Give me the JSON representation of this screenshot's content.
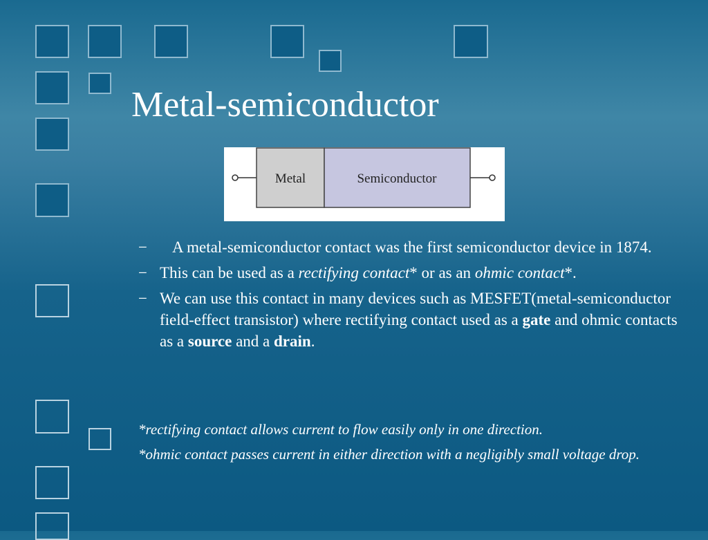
{
  "slide": {
    "title": "Metal-semiconductor"
  },
  "diagram": {
    "metal_label": "Metal",
    "semiconductor_label": "Semiconductor",
    "metal_color": "#cfcfcf",
    "semiconductor_color": "#c6c6e0"
  },
  "bullets": {
    "dash": "−",
    "b1": "A metal-semiconductor contact was the first semiconductor device in 1874.",
    "b2_pre": "This can be used as a ",
    "b2_rect": "rectifying contact",
    "b2_mid": "* or as an ",
    "b2_ohmic": "ohmic contact",
    "b2_post": "*.",
    "b3_pre": " We can use this contact in many devices such as MESFET(metal-semiconductor field-effect transistor) where rectifying contact used as a ",
    "b3_gate": "gate",
    "b3_mid": " and ohmic contacts as a ",
    "b3_source": "source",
    "b3_and": " and a ",
    "b3_drain": "drain",
    "b3_end": "."
  },
  "notes": {
    "n1": "*rectifying contact allows current to flow easily only in one direction.",
    "n2": "*ohmic contact passes current in either direction with a negligibly small voltage drop."
  },
  "theme": {
    "background": "#1a6a90",
    "square_fill": "#0e5d86",
    "text_color": "#ffffff"
  }
}
